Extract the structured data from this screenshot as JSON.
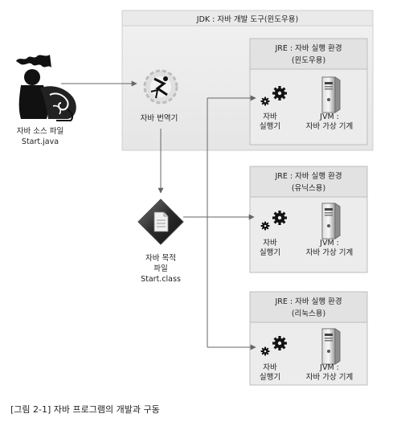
{
  "jdk": {
    "title": "JDK : 자바 개발 도구(윈도우용)"
  },
  "source_file": {
    "line1": "자바 소스 파일",
    "line2": "Start.java"
  },
  "compiler": {
    "label": "자바 번역기"
  },
  "object_file": {
    "line1": "자바 목적",
    "line2": "파일",
    "line3": "Start.class"
  },
  "jre_boxes": [
    {
      "title1": "JRE : 자바 실행 환경",
      "title2": "(윈도우용)",
      "exec1": "자바",
      "exec2": "실행기",
      "jvm1": "JVM :",
      "jvm2": "자바 가상 기계"
    },
    {
      "title1": "JRE : 자바 실행 환경",
      "title2": "(유닉스용)",
      "exec1": "자바",
      "exec2": "실행기",
      "jvm1": "JVM :",
      "jvm2": "자바 가상 기계"
    },
    {
      "title1": "JRE : 자바 실행 환경",
      "title2": "(리눅스용)",
      "exec1": "자바",
      "exec2": "실행기",
      "jvm1": "JVM :",
      "jvm2": "자바 가상 기계"
    }
  ],
  "caption": "[그림 2-1] 자바 프로그램의 개발과 구동"
}
